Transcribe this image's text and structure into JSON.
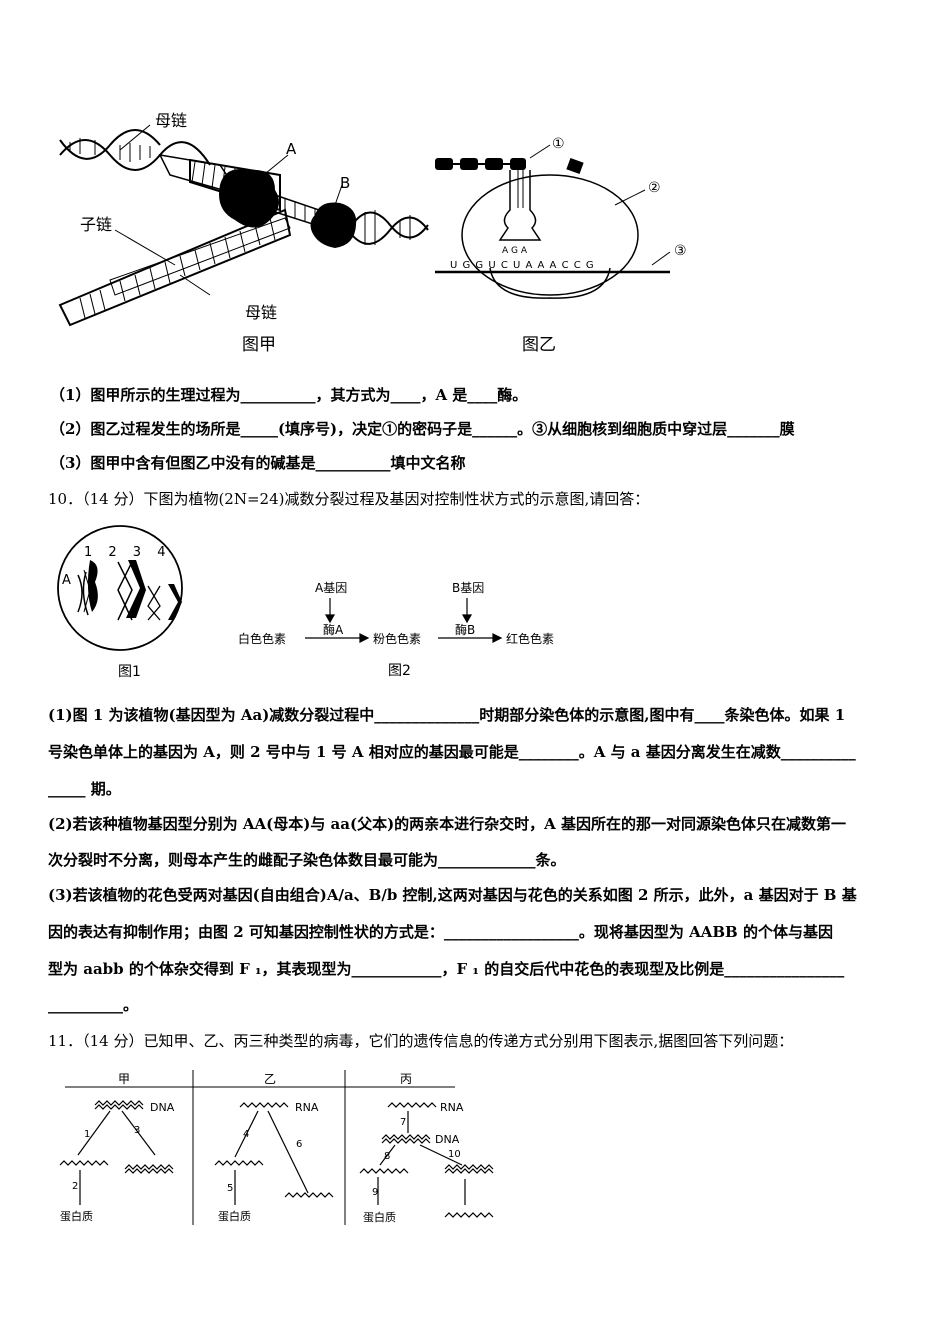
{
  "fig_jia_top": {
    "labels": {
      "mu_lian_top": "母链",
      "zi_lian": "子链",
      "mu_lian_bottom": "母链",
      "A": "A",
      "B": "B"
    },
    "caption_jia": "图甲",
    "caption_yi": "图乙",
    "yi_labels": {
      "c1": "①",
      "c2": "②",
      "c3": "③",
      "anticodon": "A G A",
      "mrna": "U G G U C U A A A C C G"
    }
  },
  "q9": {
    "p1": "（1）图甲所示的生理过程为__________，其方式为____，A 是____酶。",
    "p2": "（2）图乙过程发生的场所是_____(填序号)，决定①的密码子是______。③从细胞核到细胞质中穿过层_______膜",
    "p3": "（3）图甲中含有但图乙中没有的碱基是__________填中文名称"
  },
  "q10": {
    "header": "10．（14 分）下图为植物(2N=24)减数分裂过程及基因对控制性状方式的示意图,请回答：",
    "fig1_nums": "1 2 3 4",
    "fig1_A": "A",
    "fig1_caption": "图1",
    "fig2": {
      "geneA": "A基因",
      "geneB": "B基因",
      "enzA": "酶A",
      "enzB": "酶B",
      "white": "白色色素",
      "pink": "粉色色素",
      "red": "红色色素",
      "caption": "图2"
    },
    "l1": "(1)图 1 为该植物(基因型为 Aa)减数分裂过程中______________时期部分染色体的示意图,图中有____条染色体。如果 1",
    "l2": "号染色单体上的基因为 A，则 2 号中与 1 号 A 相对应的基因最可能是________。A 与 a 基因分离发生在减数__________",
    "l3": "_____ 期。",
    "l4": "(2)若该种植物基因型分别为 AA(母本)与 aa(父本)的两亲本进行杂交时，A 基因所在的那一对同源染色体只在减数第一",
    "l5": "次分裂时不分离，则母本产生的雌配子染色体数目最可能为_____________条。",
    "l6": "(3)若该植物的花色受两对基因(自由组合)A/a、B/b 控制,这两对基因与花色的关系如图 2 所示，此外，a 基因对于 B 基",
    "l7": "因的表达有抑制作用；由图 2 可知基因控制性状的方式是：__________________。现将基因型为 AABB 的个体与基因",
    "l8": "型为 aabb 的个体杂交得到 F ₁，其表现型为____________，F ₁ 的自交后代中花色的表现型及比例是________________",
    "l9": "__________。"
  },
  "q11": {
    "header": "11．（14 分）已知甲、乙、丙三种类型的病毒，它们的遗传信息的传递方式分别用下图表示,据图回答下列问题：",
    "cols": [
      "甲",
      "乙",
      "丙"
    ],
    "dna": "DNA",
    "rna": "RNA",
    "protein": "蛋白质",
    "nums": [
      "1",
      "2",
      "3",
      "4",
      "5",
      "6",
      "7",
      "8",
      "9",
      "10"
    ]
  }
}
